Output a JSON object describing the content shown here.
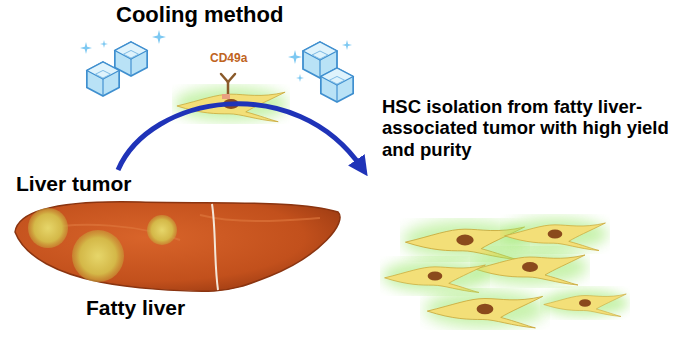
{
  "diagram": {
    "labels": [
      "Cooling method",
      "CD49a",
      "Liver tumor",
      "Fatty liver",
      "HSC isolation from fatty liver-associated tumor with high yield and purity"
    ]
  }
}
